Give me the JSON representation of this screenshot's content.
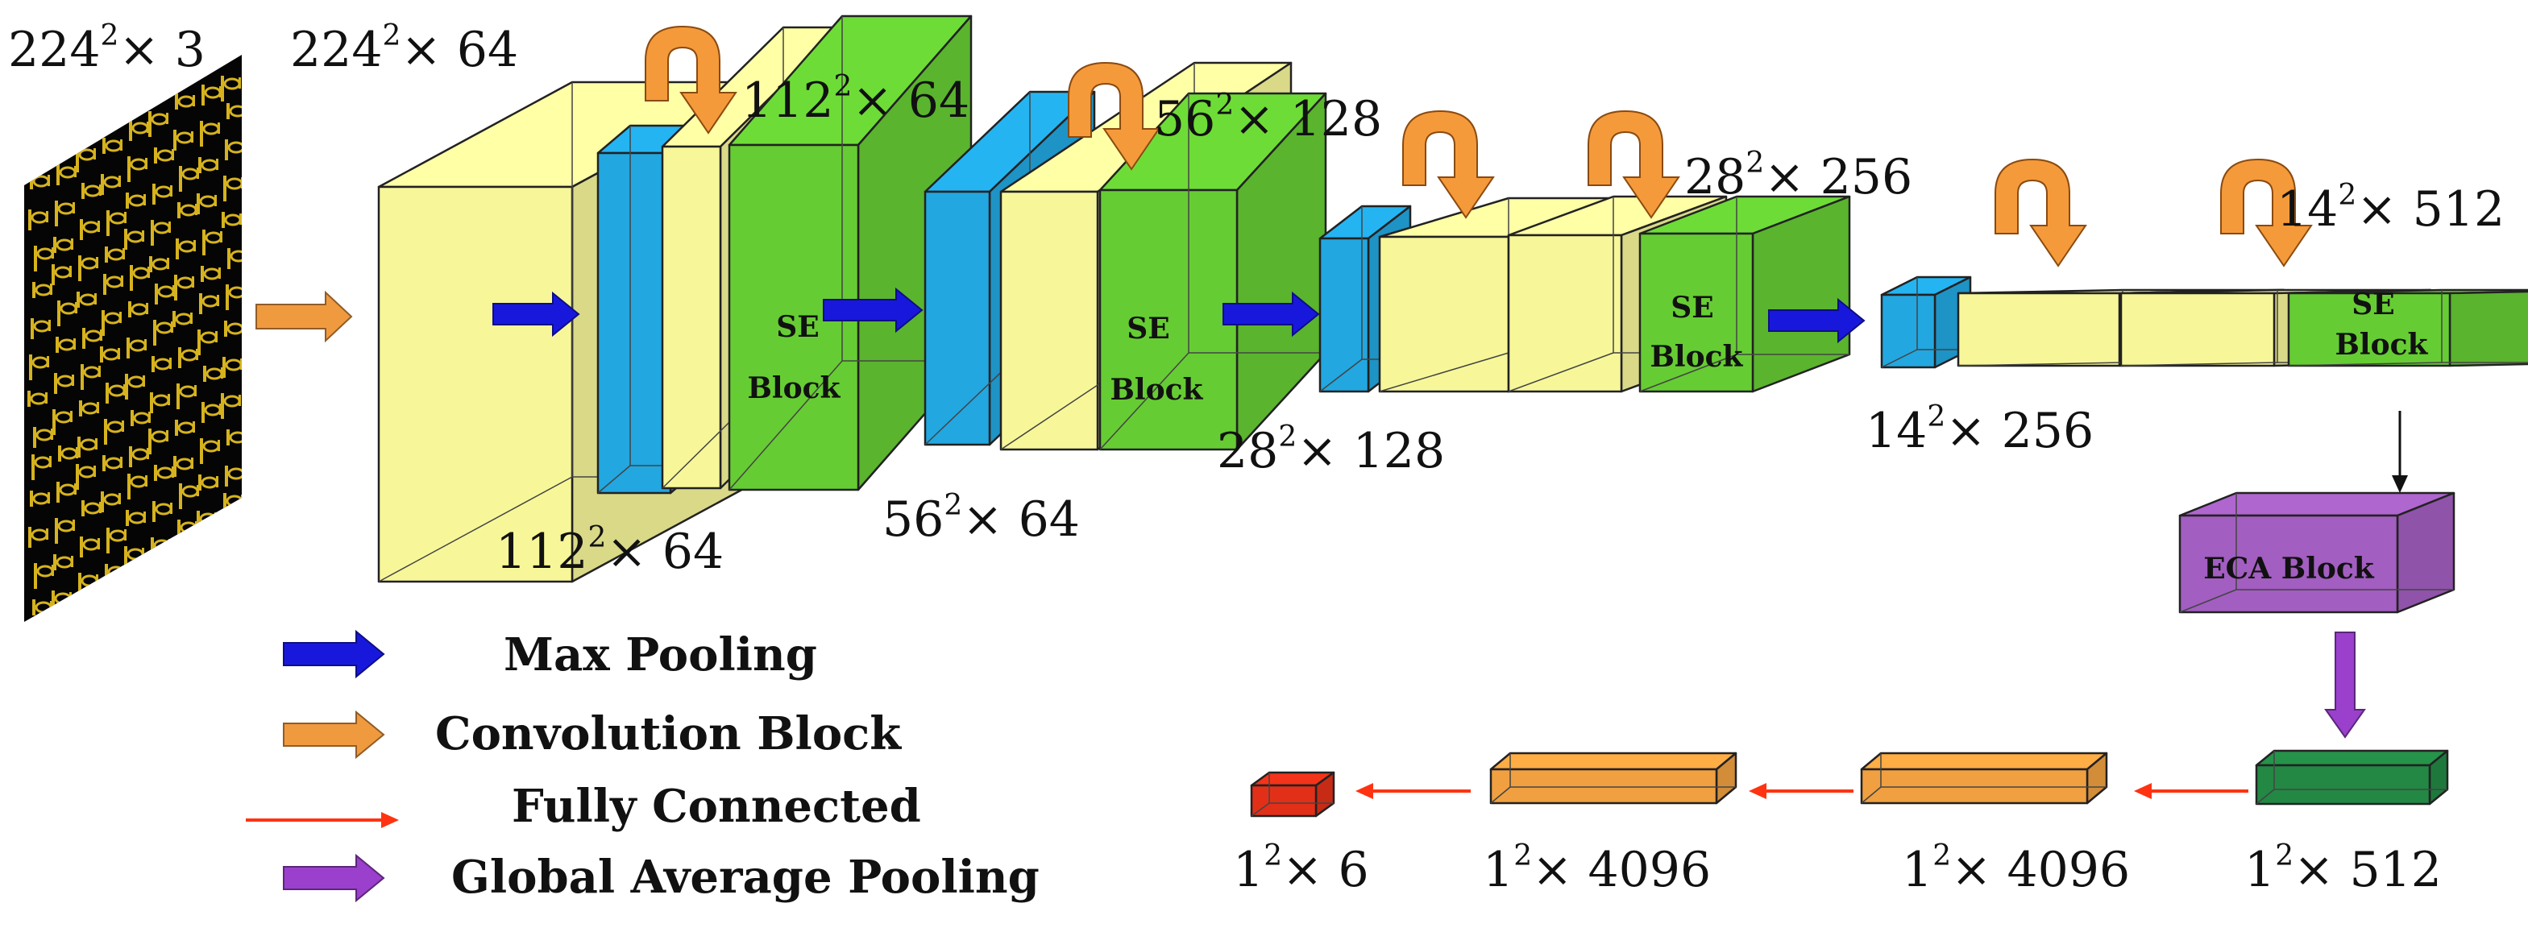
{
  "colors": {
    "conv": "#f7f79a",
    "pool": "#22a7e0",
    "se": "#66cc33",
    "eca": "#a25ec0",
    "dense": "#f0a040",
    "gap_dense": "#228844",
    "out": "#e23018",
    "maxpool_arrow": "#1818dd",
    "conv_arrow": "#f09a40",
    "fc_arrow": "#ff3311",
    "gap_arrow": "#9a40cc",
    "skip_arrow": "#f59a3a",
    "input_bg": "#050505",
    "input_glyph": "#d6b31e"
  },
  "dims": {
    "input": {
      "base": "224",
      "exp": "2",
      "rest": "× 3"
    },
    "conv1": {
      "base": "224",
      "exp": "2",
      "rest": "× 64"
    },
    "conv1_bottom": {
      "base": "112",
      "exp": "2",
      "rest": "× 64"
    },
    "stage1_top": {
      "base": "112",
      "exp": "2",
      "rest": "× 64"
    },
    "stage2_top": {
      "base": "56",
      "exp": "2",
      "rest": "× 128"
    },
    "stage2_bottom": {
      "base": "56",
      "exp": "2",
      "rest": "× 64"
    },
    "stage3_bottom": {
      "base": "28",
      "exp": "2",
      "rest": "× 128"
    },
    "stage3_top": {
      "base": "28",
      "exp": "2",
      "rest": "× 256"
    },
    "stage4_bottom": {
      "base": "14",
      "exp": "2",
      "rest": "× 256"
    },
    "stage4_top": {
      "base": "14",
      "exp": "2",
      "rest": "× 512"
    },
    "fc_512": {
      "base": "1",
      "exp": "2",
      "rest": "× 512"
    },
    "fc_4096_b": {
      "base": "1",
      "exp": "2",
      "rest": "× 4096"
    },
    "fc_4096_a": {
      "base": "1",
      "exp": "2",
      "rest": "× 4096"
    },
    "fc_out": {
      "base": "1",
      "exp": "2",
      "rest": "× 6"
    }
  },
  "blocks": {
    "se_word": "SE",
    "block_word": "Block",
    "eca": "ECA Block"
  },
  "legend": {
    "max_pooling": "Max Pooling",
    "convolution_block": "Convolution Block",
    "fully_connected": "Fully Connected",
    "global_average_pooling": "Global Average Pooling"
  }
}
